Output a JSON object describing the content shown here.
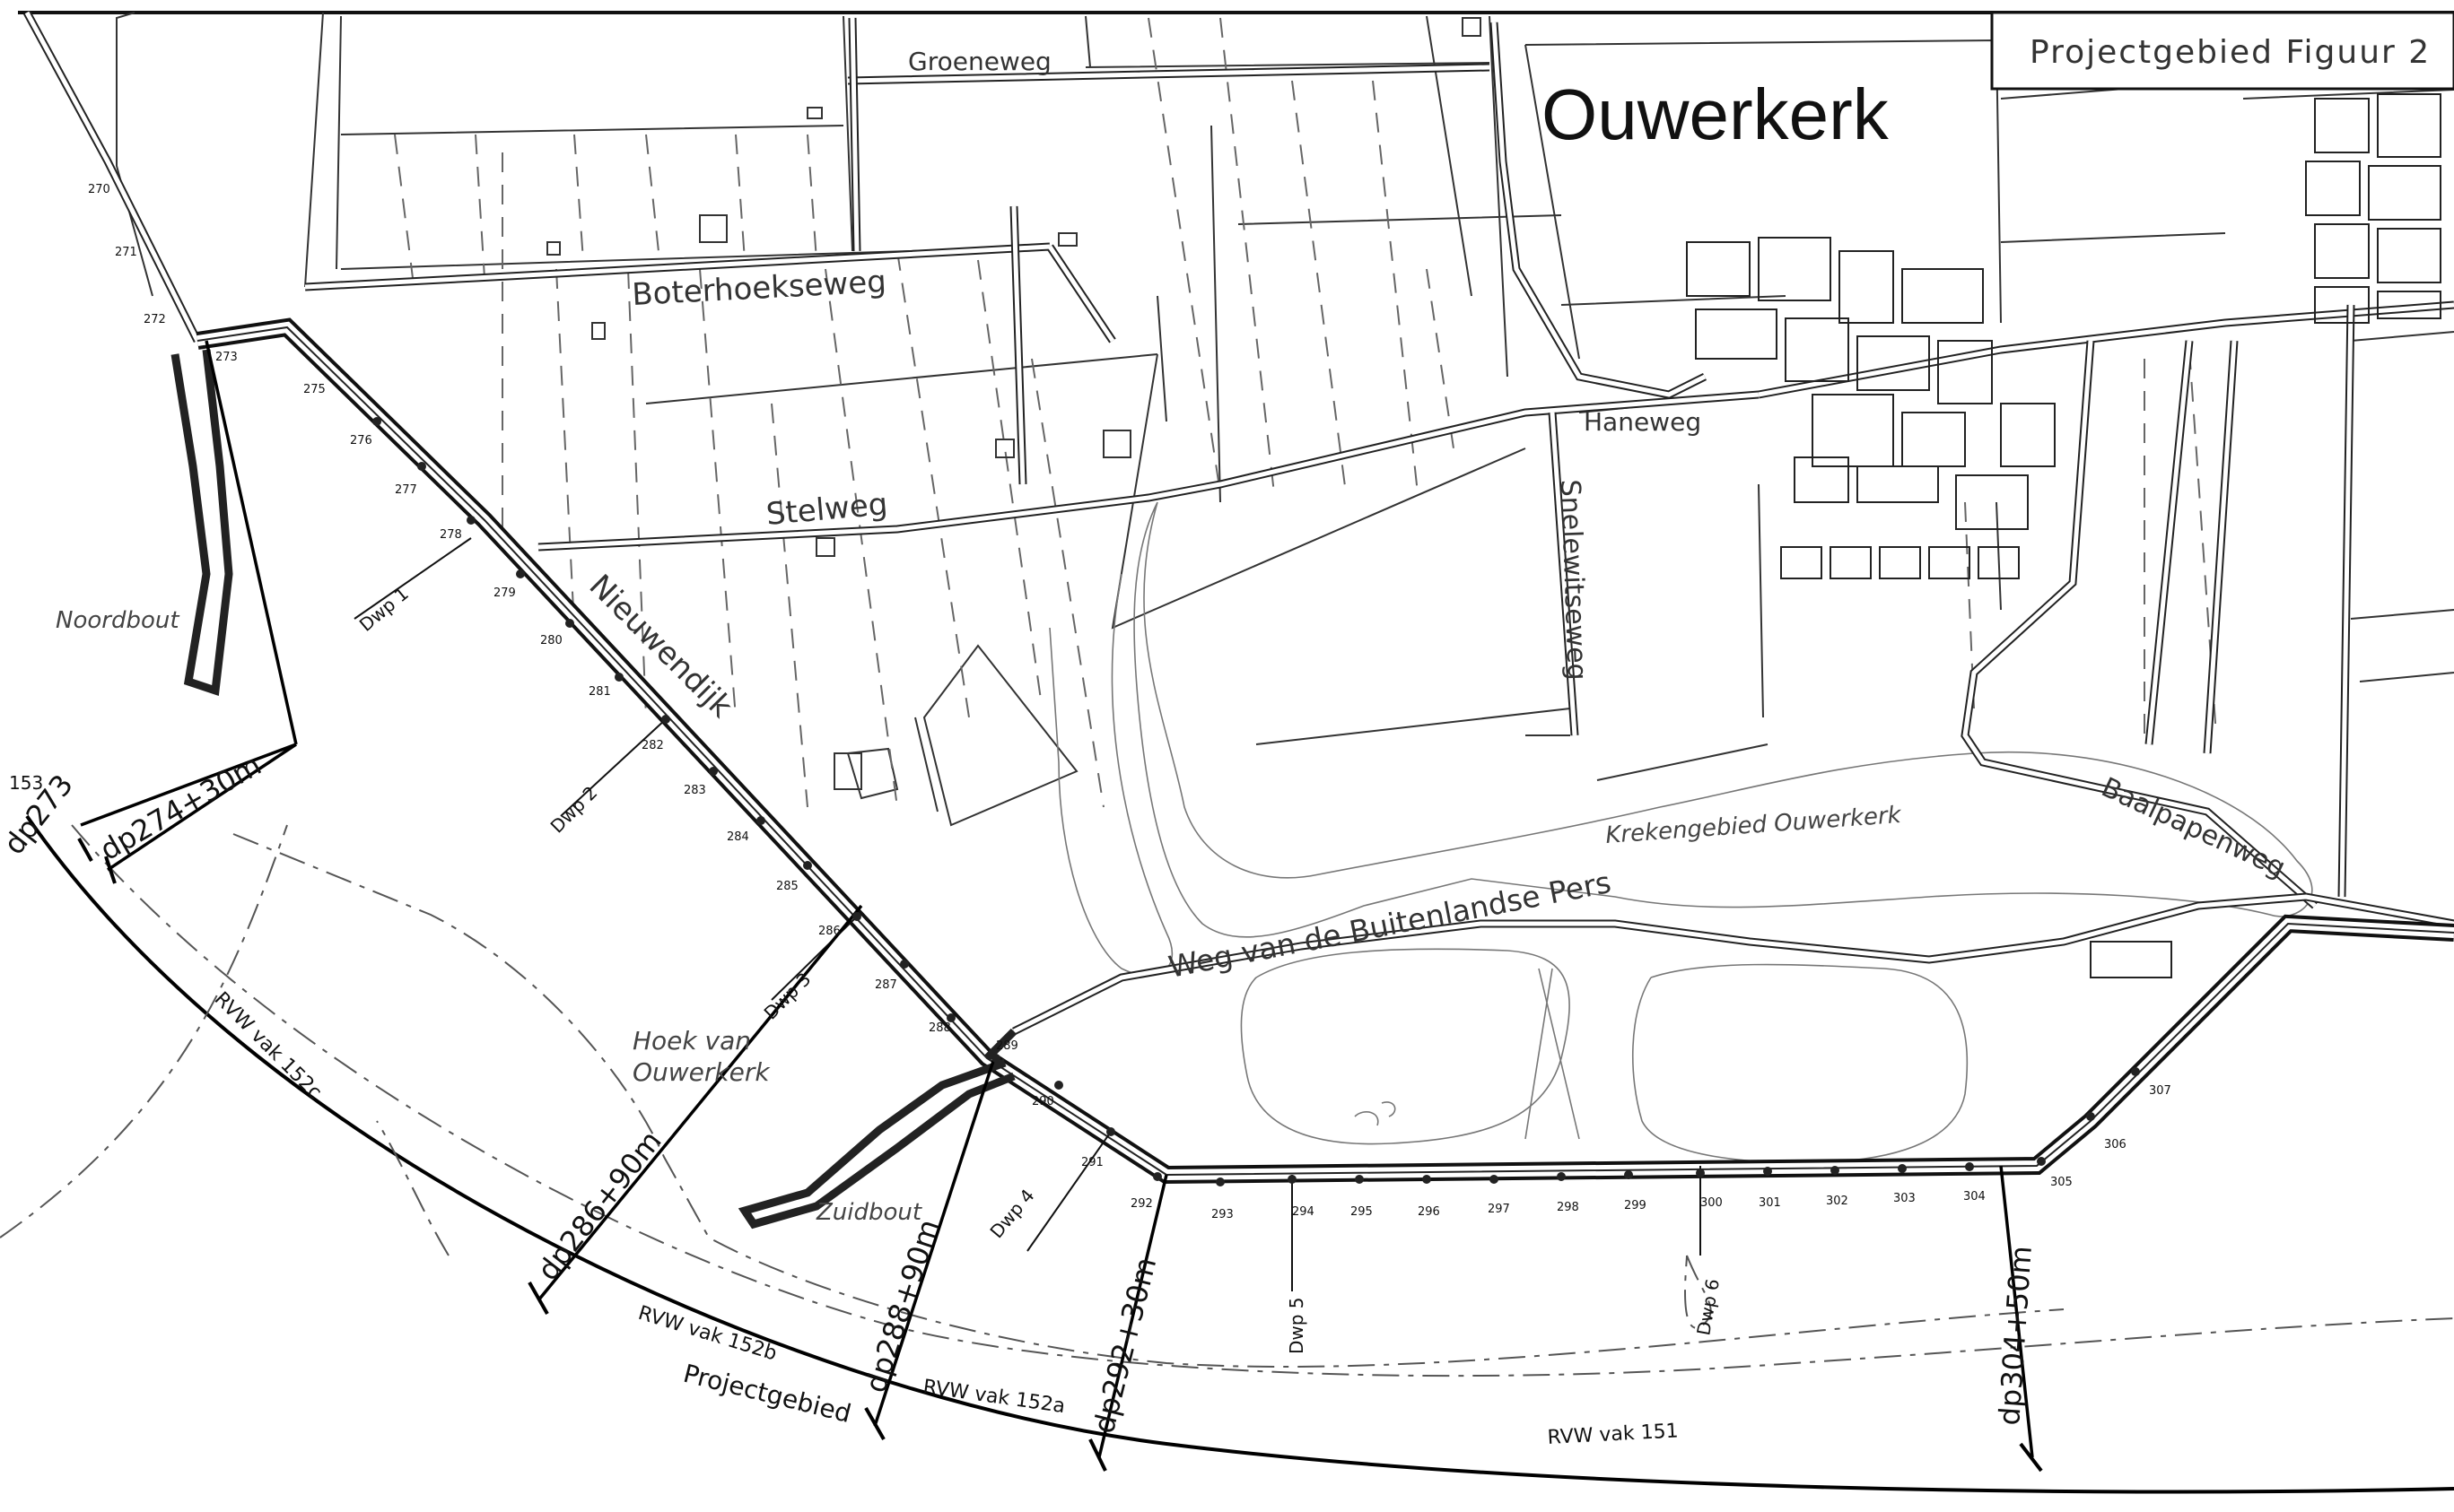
{
  "title_box": {
    "text": "Projectgebied Figuur 2"
  },
  "place_name": "Ouwerkerk",
  "roads": {
    "groeneweg": "Groeneweg",
    "boterhoekseweg": "Boterhoekseweg",
    "stelweg": "Stelweg",
    "haneweg": "Haneweg",
    "snelewitseweg": "Snelewitseweg",
    "nieuwendijk": "Nieuwendijk",
    "buitenlandse": "Weg van de Buitenlandse Pers",
    "baalpapenweg": "Baalpapenweg"
  },
  "areas": {
    "noordbout": "Noordbout",
    "hoek_1": "Hoek van",
    "hoek_2": "Ouwerkerk",
    "zuidbout": "Zuidbout",
    "krekengebied": "Krekengebied Ouwerkerk"
  },
  "dijkpalen": {
    "dp273": "dp273",
    "dp274": "dp274+30m",
    "dp286": "dp286+90m",
    "dp288": "dp288+90m",
    "dp292": "dp292+30m",
    "dp304": "dp304+50m",
    "n153": "153"
  },
  "dwp": {
    "d1": "Dwp 1",
    "d2": "Dwp 2",
    "d3": "Dwp 3",
    "d4": "Dwp 4",
    "d5": "Dwp 5",
    "d6": "Dwp 6"
  },
  "rvw": {
    "v152c": "RVW vak 152c",
    "v152b": "RVW vak 152b",
    "v152a": "RVW vak 152a",
    "v151": "RVW vak 151"
  },
  "projectgebied": "Projectgebied",
  "dike_numbers": {
    "n270": "270",
    "n271": "271",
    "n272": "272",
    "n273": "273",
    "n275": "275",
    "n276": "276",
    "n277": "277",
    "n278": "278",
    "n279": "279",
    "n280": "280",
    "n281": "281",
    "n282": "282",
    "n283": "283",
    "n284": "284",
    "n285": "285",
    "n286": "286",
    "n287": "287",
    "n288": "288",
    "n289": "289",
    "n290": "290",
    "n291": "291",
    "n292": "292",
    "n293": "293",
    "n294": "294",
    "n295": "295",
    "n296": "296",
    "n297": "297",
    "n298": "298",
    "n299": "299",
    "n300": "300",
    "n301": "301",
    "n302": "302",
    "n303": "303",
    "n304": "304",
    "n305": "305",
    "n306": "306",
    "n307": "307"
  }
}
